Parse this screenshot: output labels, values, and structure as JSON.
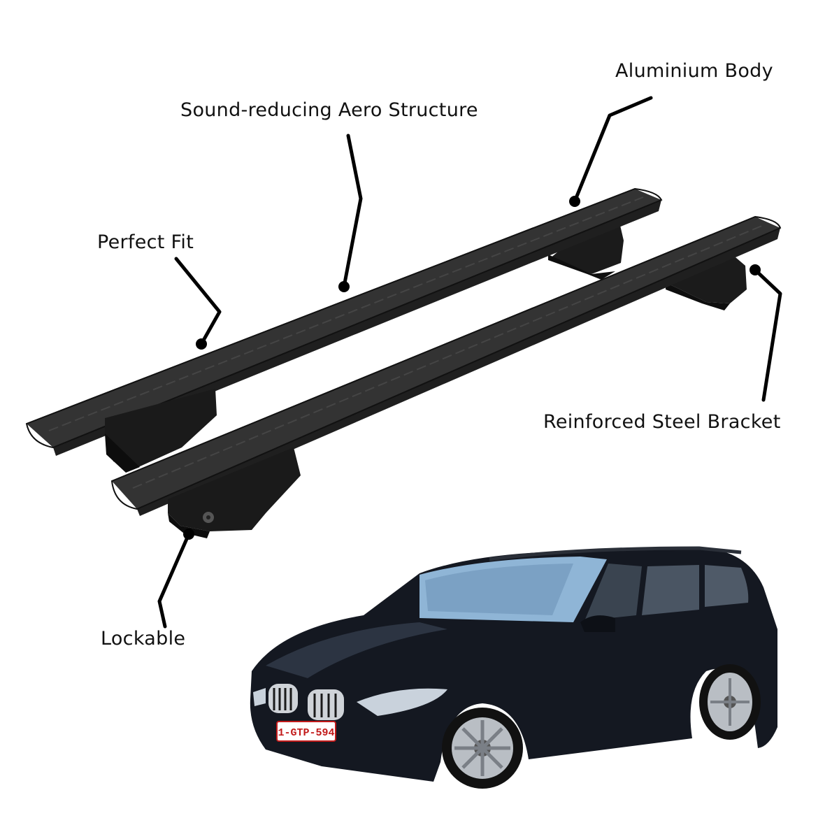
{
  "features": {
    "aero_structure": "Sound-reducing Aero Structure",
    "aluminium_body": "Aluminium Body",
    "perfect_fit": "Perfect Fit",
    "steel_bracket": "Reinforced Steel Bracket",
    "lockable": "Lockable"
  },
  "car": {
    "license_plate": "1-GTP-594"
  },
  "colors": {
    "bar": "#2a2a2a",
    "car_body": "#141821",
    "text": "#111111",
    "plate_border": "#c21a1a"
  },
  "icons": {
    "callout_dot": "filled-circle"
  }
}
